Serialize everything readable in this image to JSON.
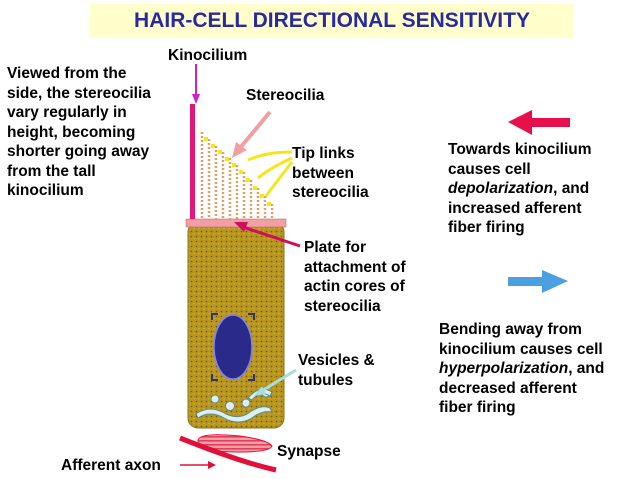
{
  "title": "HAIR-CELL DIRECTIONAL SENSITIVITY",
  "labels": {
    "kinocilium": "Kinocilium",
    "stereocilia": "Stereocilia",
    "viewed": "Viewed from  the\nside, the stereocilia\nvary regularly in\nheight, becoming\nshorter going away\nfrom the  tall\nkinocilium",
    "tip_links": "Tip links\nbetween\nstereocilia",
    "plate": "Plate  for\nattachment of\nactin cores of\nstereocilia",
    "vesicles": "Vesicles &\ntubules",
    "synapse": "Synapse",
    "afferent_axon": "Afferent axon"
  },
  "towards": {
    "line1": "Towards kinocilium",
    "line2": "causes cell",
    "line3_em": "depolarization",
    "line3_rest": ", and",
    "line4": "increased afferent",
    "line5": "fiber firing"
  },
  "away": {
    "line1": "Bending away from",
    "line2": "kinocilium causes cell",
    "line3_em": "hyperpolarization",
    "line3_rest": ", and",
    "line4": "decreased afferent",
    "line5": "fiber firing"
  },
  "colors": {
    "title_bg": "#ffffcc",
    "title_text": "#2a2aa0",
    "cell_body": "#b8961e",
    "nucleus": "#2a2a8a",
    "kinocilium": "#e0187a",
    "red_arrow": "#e8104a",
    "blue_arrow": "#4aa0e0",
    "tip_link_yellow": "#f5e61a",
    "synapse_red": "#e0103a"
  }
}
